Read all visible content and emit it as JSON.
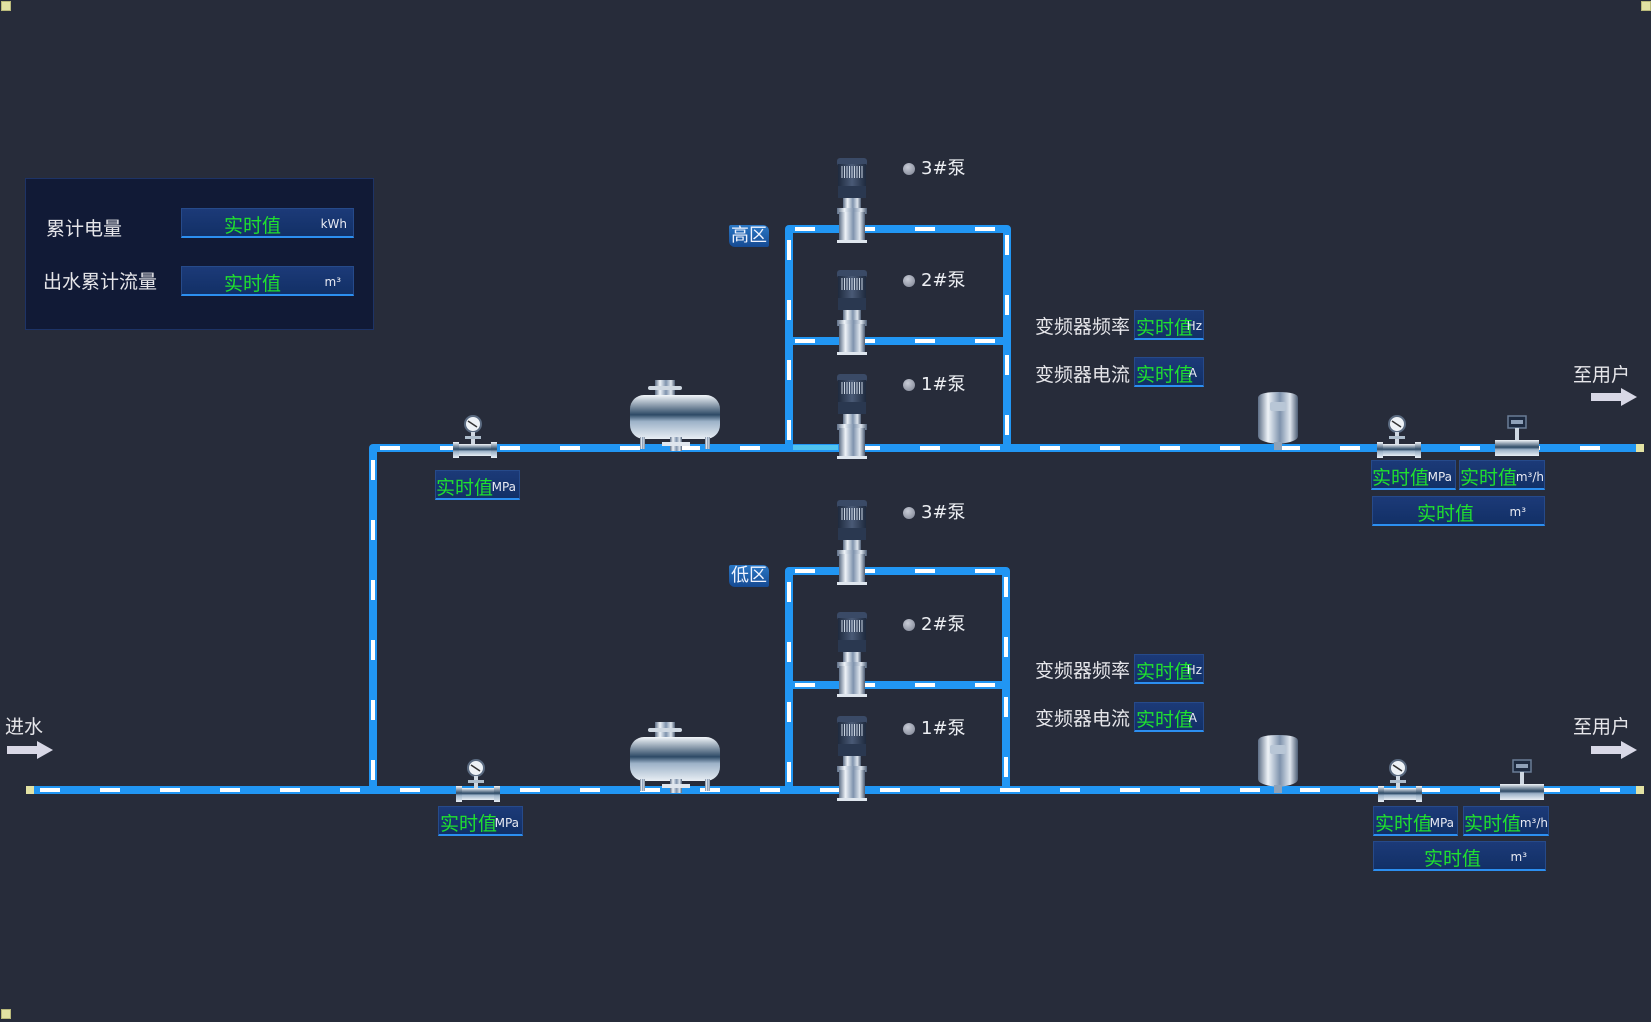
{
  "summary_panel": {
    "rows": [
      {
        "label": "累计电量",
        "value": "实时值",
        "unit": "kWh"
      },
      {
        "label": "出水累计流量",
        "value": "实时值",
        "unit": "m³"
      }
    ]
  },
  "inlet": {
    "label": "进水"
  },
  "high_zone": {
    "label": "高区",
    "inlet_pressure": {
      "value": "实时值",
      "unit": "MPa"
    },
    "pumps": [
      {
        "name": "3#泵",
        "status_color": "#a0a4ae"
      },
      {
        "name": "2#泵",
        "status_color": "#a0a4ae"
      },
      {
        "name": "1#泵",
        "status_color": "#a0a4ae"
      }
    ],
    "vfd_frequency": {
      "label": "变频器频率",
      "value": "实时值",
      "unit": "Hz"
    },
    "vfd_current": {
      "label": "变频器电流",
      "value": "实时值",
      "unit": "A"
    },
    "outlet_pressure": {
      "value": "实时值",
      "unit": "MPa"
    },
    "outlet_flow": {
      "value": "实时值",
      "unit": "m³/h"
    },
    "outlet_total": {
      "value": "实时值",
      "unit": "m³"
    },
    "outlet_label": "至用户"
  },
  "low_zone": {
    "label": "低区",
    "inlet_pressure": {
      "value": "实时值",
      "unit": "MPa"
    },
    "pumps": [
      {
        "name": "3#泵",
        "status_color": "#a0a4ae"
      },
      {
        "name": "2#泵",
        "status_color": "#a0a4ae"
      },
      {
        "name": "1#泵",
        "status_color": "#a0a4ae"
      }
    ],
    "vfd_frequency": {
      "label": "变频器频率",
      "value": "实时值",
      "unit": "Hz"
    },
    "vfd_current": {
      "label": "变频器电流",
      "value": "实时值",
      "unit": "A"
    },
    "outlet_pressure": {
      "value": "实时值",
      "unit": "MPa"
    },
    "outlet_flow": {
      "value": "实时值",
      "unit": "m³/h"
    },
    "outlet_total": {
      "value": "实时值",
      "unit": "m³"
    },
    "outlet_label": "至用户"
  },
  "colors": {
    "pipe": "#2196f3",
    "flow_dash": "#ffffff",
    "value_text": "#1fe02f",
    "background": "#272c3a"
  }
}
